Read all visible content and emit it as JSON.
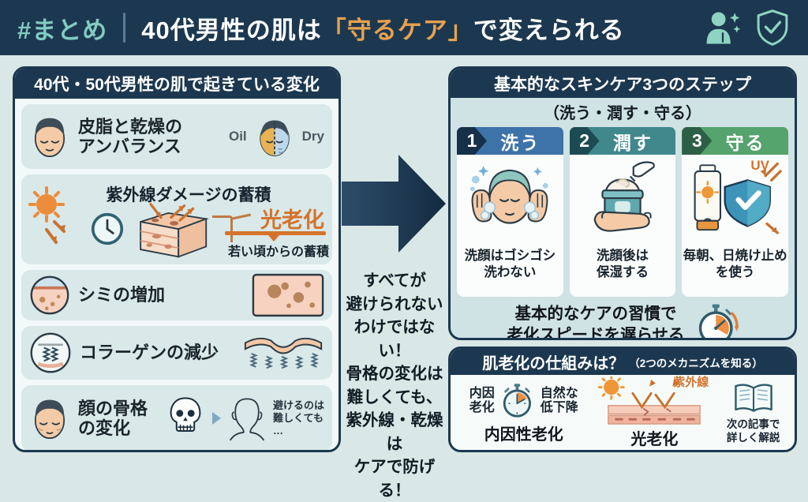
{
  "header": {
    "tag": "#まとめ",
    "title_prefix": "40代男性の肌は",
    "title_highlight": "「守るケア」",
    "title_suffix": "で変えられる"
  },
  "left_panel": {
    "title": "40代・50代男性の肌で起きている変化",
    "row1": {
      "line1": "皮脂と乾燥の",
      "line2": "アンバランス",
      "oil": "Oil",
      "dry": "Dry"
    },
    "row2": {
      "title": "紫外線ダメージの蓄積",
      "highlight": "光老化",
      "note": "若い頃からの蓄積"
    },
    "row3": {
      "label": "シミの増加"
    },
    "row4": {
      "label": "コラーゲンの減少"
    },
    "row5": {
      "line1": "顔の骨格",
      "line2": "の変化",
      "note1": "避けるのは",
      "note2": "難しくても",
      "note3": "…"
    }
  },
  "middle": {
    "lines": [
      "すべてが",
      "避けられない",
      "わけではない！",
      "骨格の変化は",
      "難しくても、",
      "紫外線・乾燥は",
      "ケアで防げる！"
    ]
  },
  "steps_panel": {
    "title": "基本的なスキンケア3つのステップ",
    "subtitle": "（洗う・潤す・守る）",
    "steps": [
      {
        "num": "1",
        "label": "洗う",
        "desc1": "洗顔はゴシゴシ",
        "desc2": "洗わない"
      },
      {
        "num": "2",
        "label": "潤す",
        "desc1": "洗顔後は",
        "desc2": "保湿する"
      },
      {
        "num": "3",
        "label": "守る",
        "desc1": "毎朝、日焼け止め",
        "desc2": "を使う",
        "uv": "UV"
      }
    ],
    "summary1": "基本的なケアの習慣で",
    "summary2": "老化スピードを遅らせる"
  },
  "mechanism_panel": {
    "title": "肌老化の仕組みは？",
    "subtitle": "（2つのメカニズムを知る）",
    "intrinsic": {
      "left1": "内因",
      "left2": "老化",
      "right1": "自然な",
      "right2": "低下降",
      "caption": "内因性老化"
    },
    "photo": {
      "uv": "紫外線",
      "caption": "光老化"
    },
    "next": {
      "line1": "次の記事で",
      "line2": "詳しく解説"
    }
  },
  "colors": {
    "navy": "#1c3850",
    "accent_teal": "#82cbc1",
    "accent_orange": "#e8a14e",
    "photoaging_orange": "#d4732b",
    "step1_blue": "#3d73a8",
    "step2_teal": "#41888d",
    "step3_green": "#55a36d",
    "background": "#d9e8e6"
  }
}
